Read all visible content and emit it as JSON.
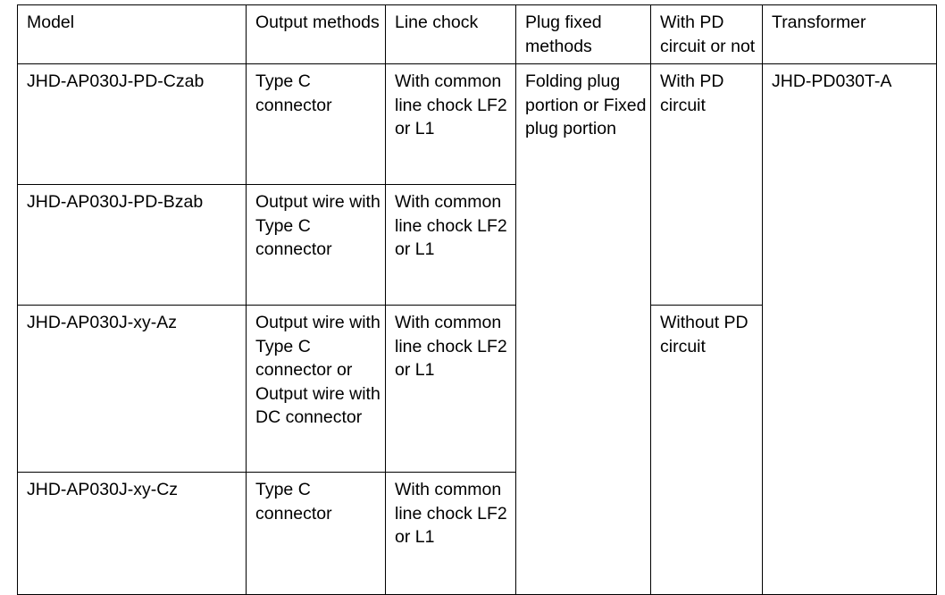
{
  "table": {
    "columns": [
      {
        "key": "model",
        "label": "Model"
      },
      {
        "key": "output",
        "label": "Output methods"
      },
      {
        "key": "chock",
        "label": "Line chock"
      },
      {
        "key": "plug",
        "label": "Plug fixed methods"
      },
      {
        "key": "pd",
        "label": "With PD circuit or not"
      },
      {
        "key": "transformer",
        "label": "Transformer"
      }
    ],
    "rows": [
      {
        "model": "JHD-AP030J-PD-Czab",
        "output": "Type C connector",
        "chock": "With common line chock LF2 or L1",
        "plug": "Folding plug portion or Fixed plug portion",
        "pd": "With PD circuit",
        "transformer": "JHD-PD030T-A"
      },
      {
        "model": "JHD-AP030J-PD-Bzab",
        "output": "Output wire with Type C connector",
        "chock": "With common line chock LF2 or L1"
      },
      {
        "model": "JHD-AP030J-xy-Az",
        "output": "Output wire with Type C connector or Output wire with DC connector",
        "chock": "With common line chock LF2 or L1",
        "pd": "Without PD circuit"
      },
      {
        "model": "JHD-AP030J-xy-Cz",
        "output": "Type C connector",
        "chock": "With common line chock LF2 or L1"
      }
    ]
  },
  "style": {
    "border_color": "#000000",
    "text_color": "#000000",
    "background": "#ffffff"
  }
}
